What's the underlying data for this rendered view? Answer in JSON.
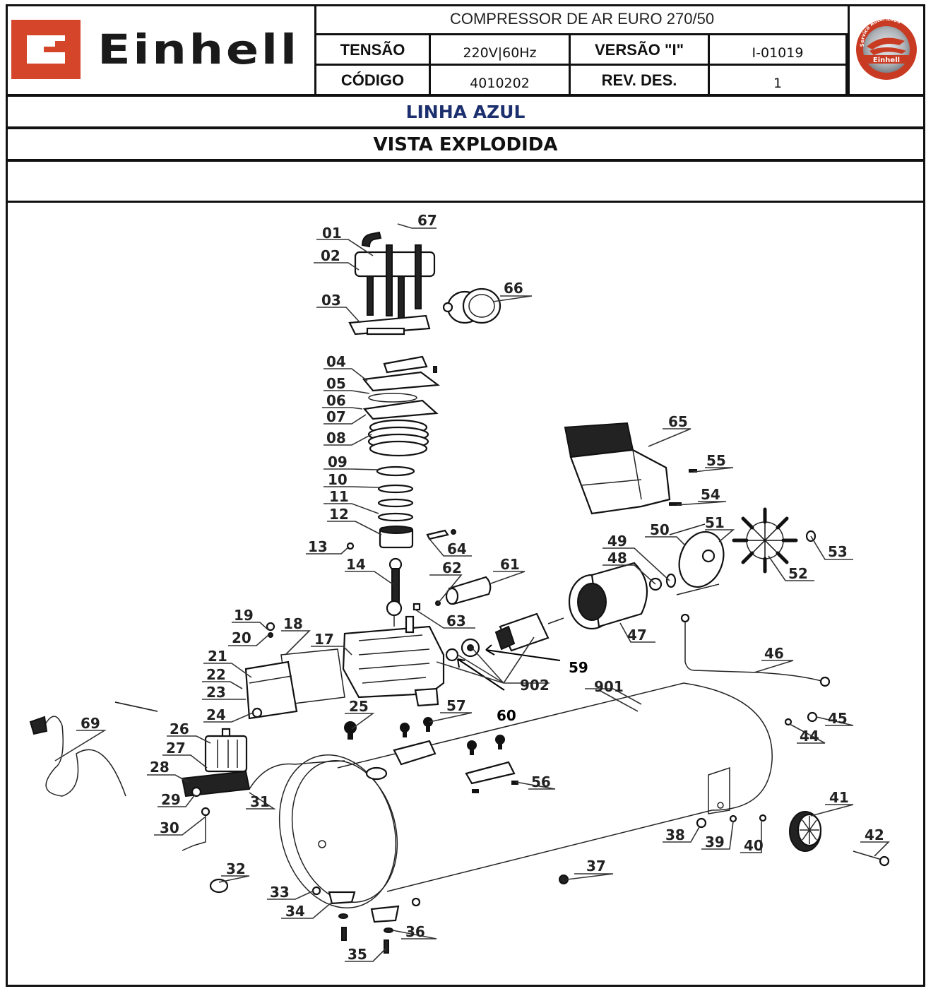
{
  "header": {
    "brand": "Einhell",
    "title": "COMPRESSOR DE AR EURO 270/50",
    "row1": {
      "label_a": "TENSÃO",
      "value_a": "220V|60Hz",
      "label_b": "VERSÃO \"I\"",
      "value_b": "I-01019"
    },
    "row2": {
      "label_a": "CÓDIGO",
      "value_a": "4010202",
      "label_b": "REV. DES.",
      "value_b": "1"
    },
    "badge": {
      "top_text": "Servico Autorizado",
      "brand": "Einhell"
    }
  },
  "line_name": "LINHA AZUL",
  "section_title": "VISTA EXPLODIDA",
  "colors": {
    "brand_red": "#d5452a",
    "line_blue": "#1c2f6e",
    "border": "#111111"
  },
  "diagram": {
    "callouts": [
      "67",
      "01",
      "02",
      "03",
      "66",
      "04",
      "05",
      "06",
      "07",
      "08",
      "09",
      "10",
      "11",
      "12",
      "13",
      "64",
      "14",
      "62",
      "61",
      "63",
      "65",
      "55",
      "54",
      "50",
      "51",
      "49",
      "48",
      "53",
      "52",
      "47",
      "19",
      "18",
      "17",
      "20",
      "21",
      "22",
      "23",
      "24",
      "59",
      "902",
      "60",
      "901",
      "46",
      "25",
      "57",
      "45",
      "44",
      "69",
      "26",
      "27",
      "28",
      "29",
      "31",
      "56",
      "30",
      "41",
      "42",
      "38",
      "39",
      "40",
      "32",
      "37",
      "33",
      "34",
      "36",
      "35"
    ],
    "tank_callout": "901"
  }
}
